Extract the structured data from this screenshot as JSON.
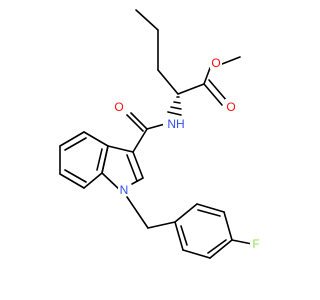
{
  "atoms": [
    {
      "id": "O_ester",
      "symbol": "O",
      "color": "#ff0d0d"
    },
    {
      "id": "O_carbonyl_ester",
      "symbol": "O",
      "color": "#ff0d0d"
    },
    {
      "id": "N_amide",
      "symbol": "NH",
      "color": "#3050f8"
    },
    {
      "id": "O_amide",
      "symbol": "O",
      "color": "#ff0d0d"
    },
    {
      "id": "N_indole",
      "symbol": "N",
      "color": "#3050f8"
    },
    {
      "id": "F",
      "symbol": "F",
      "color": "#90e050"
    }
  ]
}
